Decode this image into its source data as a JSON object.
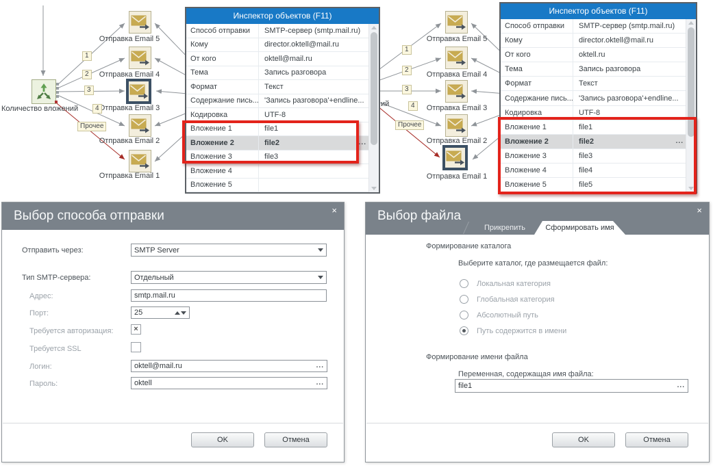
{
  "colors": {
    "inspector_header": "#1879c6",
    "dialog_header": "#7a828a",
    "highlight_box": "#e3231b",
    "selected_node_border": "#3c5064",
    "red_branch": "#a62b25"
  },
  "flow": {
    "source_label": "Количество вложений",
    "source_label_partial": "ий",
    "branch1": "1",
    "branch2": "2",
    "branch3": "3",
    "branch4": "4",
    "other_branch": "Прочее",
    "nodes": [
      "Отправка Email 5",
      "Отправка Email 4",
      "Отправка Email 3",
      "Отправка Email 2",
      "Отправка Email 1"
    ]
  },
  "inspector_title": "Инспектор объектов (F11)",
  "inspector_left": {
    "rows": [
      {
        "label": "Способ отправки",
        "value": "SMTP-сервер (smtp.mail.ru)"
      },
      {
        "label": "Кому",
        "value": "director.oktell@mail.ru"
      },
      {
        "label": "От кого",
        "value": "oktell@mail.ru"
      },
      {
        "label": "Тема",
        "value": "Запись разговора"
      },
      {
        "label": "Формат",
        "value": "Текст"
      },
      {
        "label": "Содержание пись...",
        "value": "'Запись разговора'+endline..."
      },
      {
        "label": "Кодировка",
        "value": "UTF-8"
      },
      {
        "label": "Вложение 1",
        "value": "file1"
      },
      {
        "label": "Вложение 2",
        "value": "file2"
      },
      {
        "label": "Вложение 3",
        "value": "file3"
      },
      {
        "label": "Вложение 4",
        "value": ""
      },
      {
        "label": "Вложение 5",
        "value": ""
      }
    ]
  },
  "inspector_right": {
    "rows": [
      {
        "label": "Способ отправки",
        "value": "SMTP-сервер (smtp.mail.ru)"
      },
      {
        "label": "Кому",
        "value": "director.oktell@mail.ru"
      },
      {
        "label": "От кого",
        "value": "oktell.ru"
      },
      {
        "label": "Тема",
        "value": "Запись разговора"
      },
      {
        "label": "Формат",
        "value": "Текст"
      },
      {
        "label": "Содержание пись...",
        "value": "'Запись разговора'+endline..."
      },
      {
        "label": "Кодировка",
        "value": "UTF-8"
      },
      {
        "label": "Вложение 1",
        "value": "file1"
      },
      {
        "label": "Вложение 2",
        "value": "file2"
      },
      {
        "label": "Вложение 3",
        "value": "file3"
      },
      {
        "label": "Вложение 4",
        "value": "file4"
      },
      {
        "label": "Вложение 5",
        "value": "file5"
      }
    ]
  },
  "dialog_send": {
    "title": "Выбор способа отправки",
    "close": "×",
    "send_via_label": "Отправить через:",
    "send_via_value": "SMTP Server",
    "smtp_type_label": "Тип SMTP-сервера:",
    "smtp_type_value": "Отдельный",
    "address_label": "Адрес:",
    "address_value": "smtp.mail.ru",
    "port_label": "Порт:",
    "port_value": "25",
    "auth_label": "Требуется авторизация:",
    "auth_mark": "×",
    "ssl_label": "Требуется SSL",
    "login_label": "Логин:",
    "login_value": "oktell@mail.ru",
    "password_label": "Пароль:",
    "password_value": "oktell",
    "ok": "OK",
    "cancel": "Отмена"
  },
  "dialog_file": {
    "title": "Выбор файла",
    "close": "×",
    "tab_attach": "Прикрепить",
    "tab_formname": "Сформировать имя",
    "section_catalog": "Формирование каталога",
    "catalog_prompt": "Выберите каталог, где размещается файл:",
    "radio_local": "Локальная категория",
    "radio_global": "Глобальная категория",
    "radio_abs": "Абсолютный путь",
    "radio_inname": "Путь содержится в имени",
    "section_name": "Формирование имени файла",
    "var_label": "Переменная, содержащая имя файла:",
    "var_value": "file1",
    "ok": "OK",
    "cancel": "Отмена"
  }
}
